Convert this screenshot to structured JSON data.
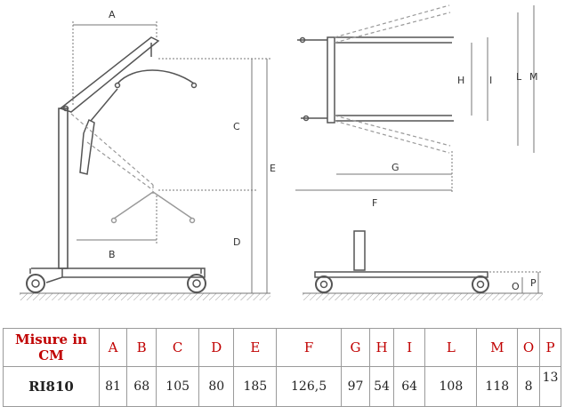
{
  "figure": {
    "side_view": {
      "labels": [
        "A",
        "B",
        "C",
        "D",
        "E"
      ]
    },
    "top_view": {
      "labels": [
        "F",
        "G",
        "H",
        "I",
        "L",
        "M"
      ]
    },
    "base_view": {
      "labels": [
        "O",
        "P"
      ]
    }
  },
  "table": {
    "header_label": "Misure in CM",
    "columns": [
      "A",
      "B",
      "C",
      "D",
      "E",
      "F",
      "G",
      "H",
      "I",
      "L",
      "M",
      "O",
      "P"
    ],
    "row": {
      "model": "RI810",
      "values": [
        "81",
        "68",
        "105",
        "80",
        "185",
        "126,5",
        "97",
        "54",
        "64",
        "108",
        "118",
        "8",
        "13"
      ]
    }
  },
  "colors": {
    "header_text": "#c00000",
    "line": "#333333",
    "grid": "#9a9a9a"
  }
}
